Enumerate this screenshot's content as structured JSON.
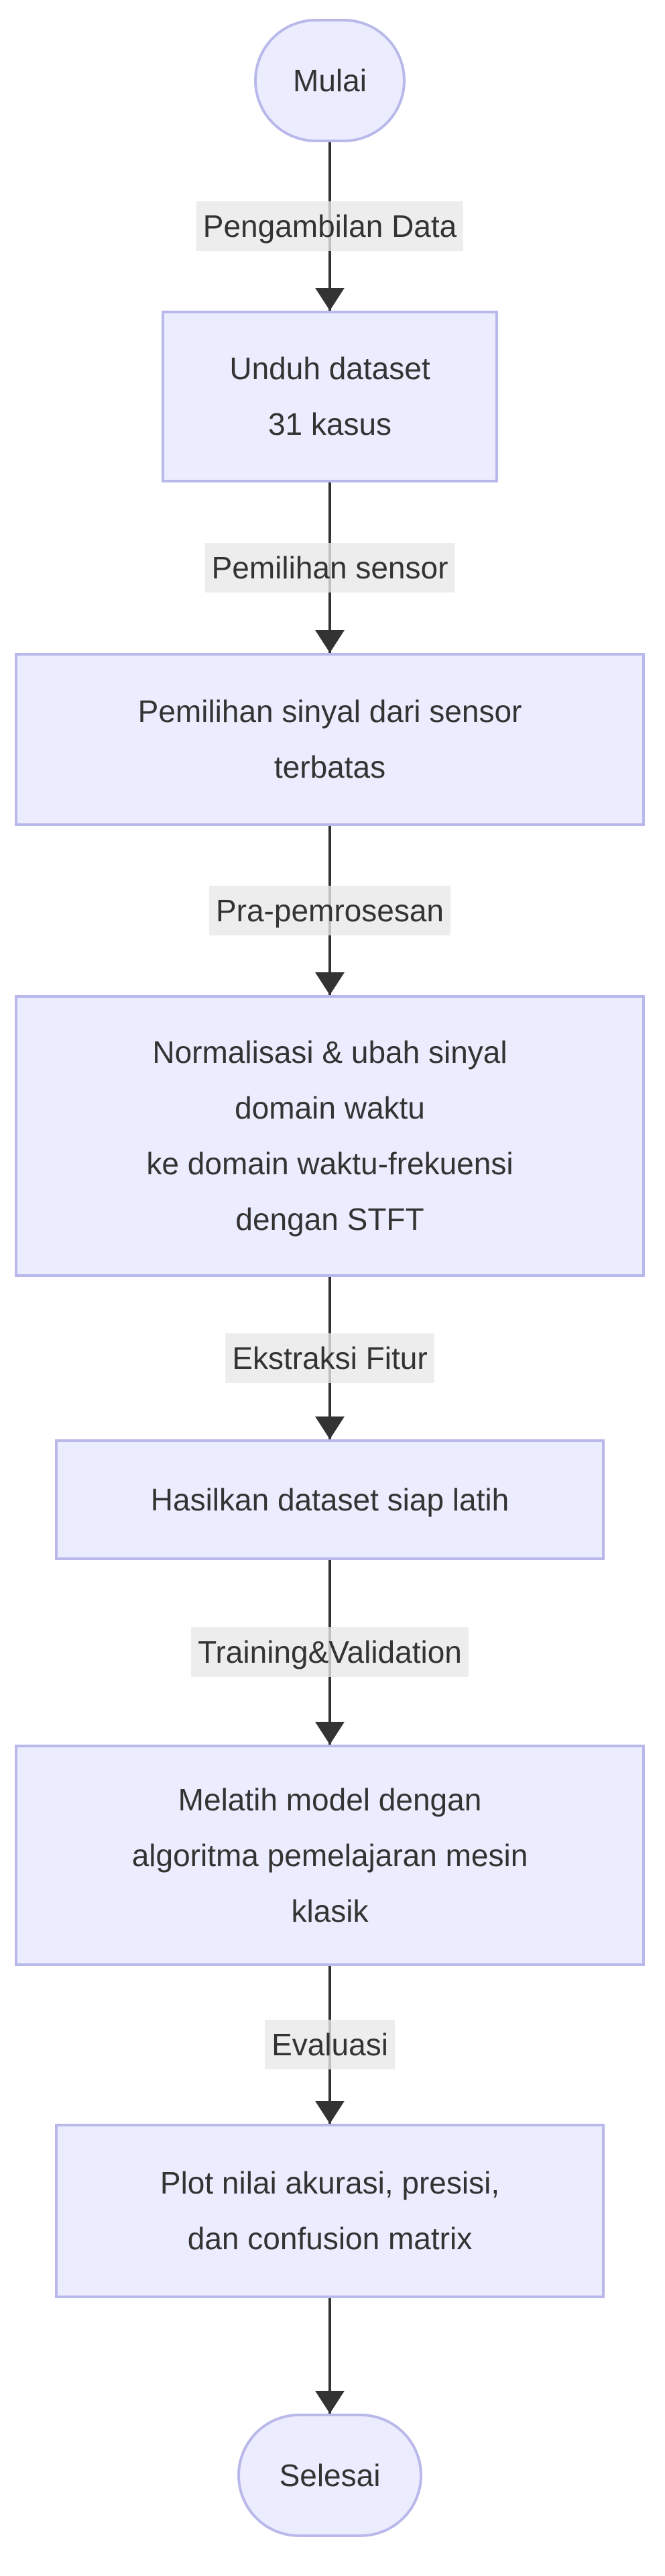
{
  "diagram": {
    "type": "flowchart",
    "direction": "top-down",
    "colors": {
      "node_fill": "#ECECFF",
      "node_border": "#b8b8ea",
      "edge_label_background": "#e8e8e8",
      "edge_line": "#333333",
      "text": "#333333",
      "background": "#ffffff"
    },
    "nodes": [
      {
        "id": "start",
        "shape": "stadium",
        "label": "Mulai"
      },
      {
        "id": "download-dataset",
        "shape": "rect",
        "lines": [
          "Unduh dataset",
          "31 kasus"
        ]
      },
      {
        "id": "signal-selection",
        "shape": "rect",
        "lines": [
          "Pemilihan sinyal dari sensor",
          "terbatas"
        ]
      },
      {
        "id": "preprocessing",
        "shape": "rect",
        "lines": [
          "Normalisasi & ubah sinyal",
          "domain waktu",
          "ke domain waktu-frekuensi",
          "dengan STFT"
        ]
      },
      {
        "id": "dataset-ready",
        "shape": "rect",
        "lines": [
          "Hasilkan dataset siap latih"
        ]
      },
      {
        "id": "train-model",
        "shape": "rect",
        "lines": [
          "Melatih model dengan",
          "algoritma pemelajaran mesin",
          "klasik"
        ]
      },
      {
        "id": "plot-results",
        "shape": "rect",
        "lines": [
          "Plot nilai akurasi, presisi,",
          "dan confusion matrix"
        ]
      },
      {
        "id": "end",
        "shape": "stadium",
        "label": "Selesai"
      }
    ],
    "edges": [
      {
        "from": "start",
        "to": "download-dataset",
        "label": "Pengambilan Data"
      },
      {
        "from": "download-dataset",
        "to": "signal-selection",
        "label": "Pemilihan sensor"
      },
      {
        "from": "signal-selection",
        "to": "preprocessing",
        "label": "Pra-pemrosesan"
      },
      {
        "from": "preprocessing",
        "to": "dataset-ready",
        "label": "Ekstraksi Fitur"
      },
      {
        "from": "dataset-ready",
        "to": "train-model",
        "label": "Training&Validation"
      },
      {
        "from": "train-model",
        "to": "plot-results",
        "label": "Evaluasi"
      },
      {
        "from": "plot-results",
        "to": "end",
        "label": ""
      }
    ]
  }
}
